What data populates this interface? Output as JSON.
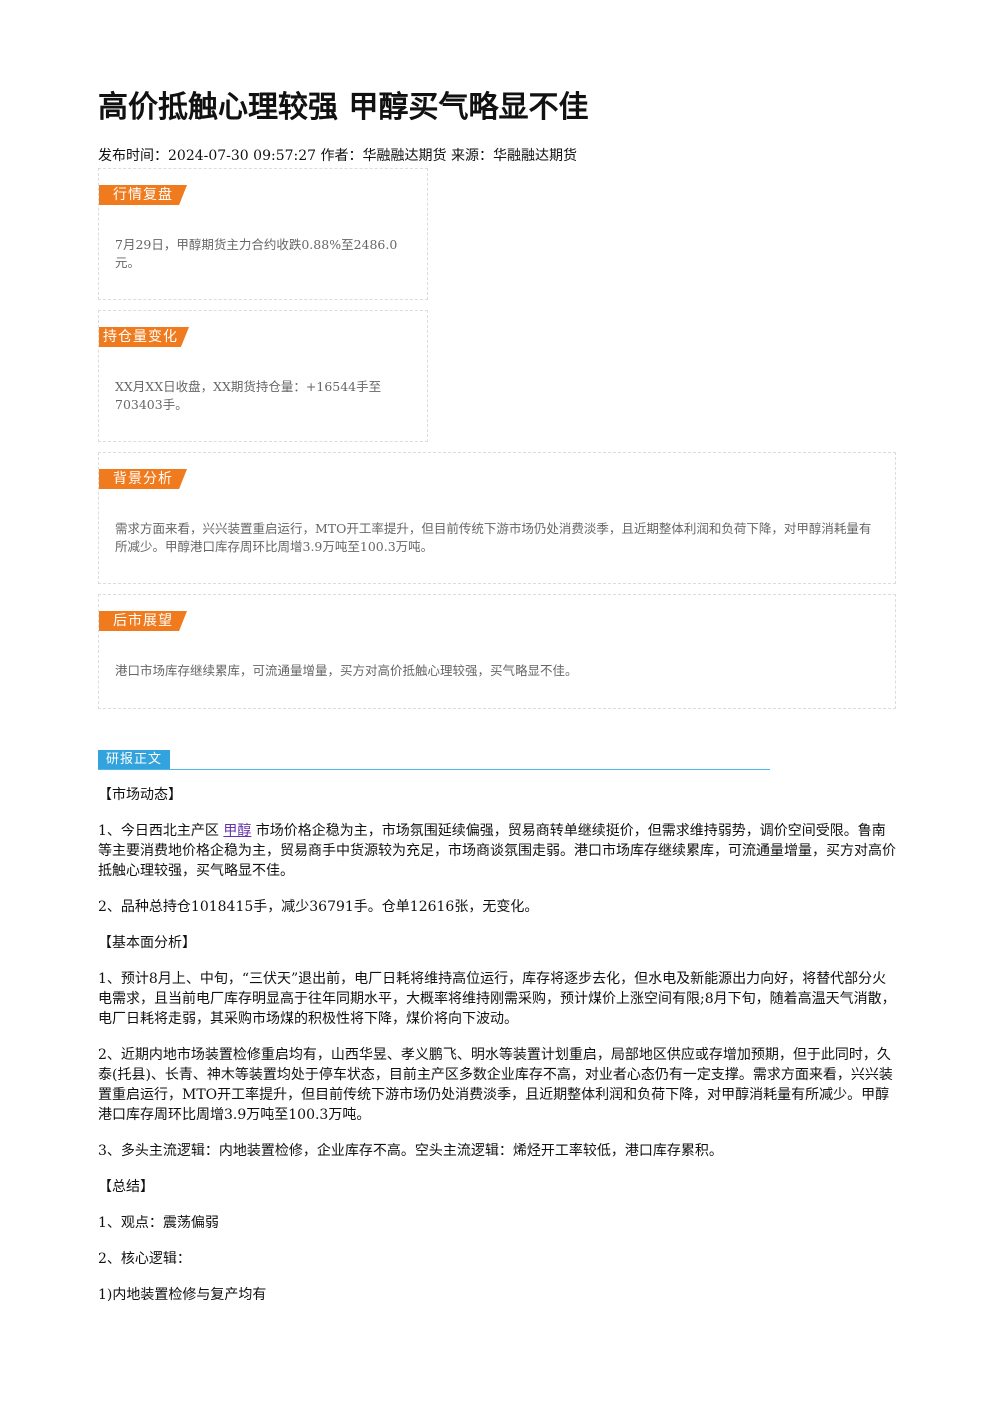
{
  "article": {
    "title": "高价抵触心理较强 甲醇买气略显不佳",
    "meta": "发布时间：2024-07-30 09:57:27 作者：华融融达期货 来源：华融融达期货"
  },
  "cards": {
    "market": {
      "tag": "行情复盘",
      "text": "7月29日，甲醇期货主力合约收跌0.88%至2486.0元。"
    },
    "position": {
      "tag": "持仓量变化",
      "text": "XX月XX日收盘，XX期货持仓量：+16544手至703403手。"
    },
    "background": {
      "tag": "背景分析",
      "text": "需求方面来看，兴兴装置重启运行，MTO开工率提升，但目前传统下游市场仍处消费淡季，且近期整体利润和负荷下降，对甲醇消耗量有所减少。甲醇港口库存周环比周增3.9万吨至100.3万吨。"
    },
    "outlook": {
      "tag": "后市展望",
      "text": "港口市场库存继续累库，可流通量增量，买方对高价抵触心理较强，买气略显不佳。"
    }
  },
  "report": {
    "section_label": "研报正文",
    "market_heading": "【市场动态】",
    "p1_before": "1、今日西北主产区 ",
    "p1_link": "甲醇",
    "p1_after": " 市场价格企稳为主，市场氛围延续偏强，贸易商转单继续挺价，但需求维持弱势，调价空间受限。鲁南等主要消费地价格企稳为主，贸易商手中货源较为充足，市场商谈氛围走弱。港口市场库存继续累库，可流通量增量，买方对高价抵触心理较强，买气略显不佳。",
    "p2": "2、品种总持仓1018415手，减少36791手。仓单12616张，无变化。",
    "fundamental_heading": "【基本面分析】",
    "f1": "1、预计8月上、中旬，“三伏天”退出前，电厂日耗将维持高位运行，库存将逐步去化，但水电及新能源出力向好，将替代部分火电需求，且当前电厂库存明显高于往年同期水平，大概率将维持刚需采购，预计煤价上涨空间有限;8月下旬，随着高温天气消散，电厂日耗将走弱，其采购市场煤的积极性将下降，煤价将向下波动。",
    "f2": "2、近期内地市场装置检修重启均有，山西华昱、孝义鹏飞、明水等装置计划重启，局部地区供应或存增加预期，但于此同时，久泰(托县)、长青、神木等装置均处于停车状态，目前主产区多数企业库存不高，对业者心态仍有一定支撑。需求方面来看，兴兴装置重启运行，MTO开工率提升，但目前传统下游市场仍处消费淡季，且近期整体利润和负荷下降，对甲醇消耗量有所减少。甲醇港口库存周环比周增3.9万吨至100.3万吨。",
    "f3": "3、多头主流逻辑：内地装置检修，企业库存不高。空头主流逻辑：烯烃开工率较低，港口库存累积。",
    "summary_heading": "【总结】",
    "s1": "1、观点：震荡偏弱",
    "s2": "2、核心逻辑：",
    "s3": "1)内地装置检修与复产均有"
  },
  "colors": {
    "tag_orange": "#f07b1e",
    "section_blue": "#33a3dd",
    "link_purple": "#6633aa"
  }
}
